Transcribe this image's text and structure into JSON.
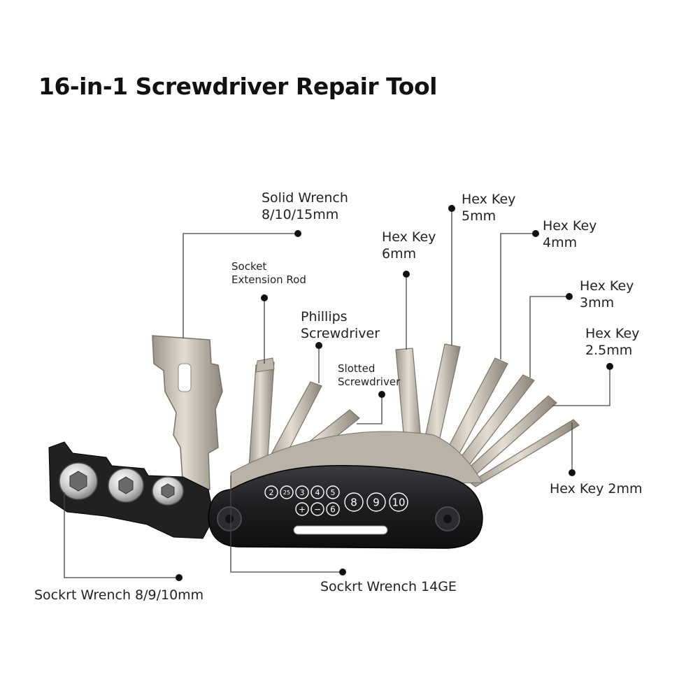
{
  "title": "16-in-1 Screwdriver Repair Tool",
  "callouts": {
    "solid_wrench": [
      "Solid Wrench",
      "8/10/15mm"
    ],
    "socket_extension": [
      "Socket",
      "Extension Rod"
    ],
    "phillips": [
      "Phillips",
      "Screwdriver"
    ],
    "slotted": [
      "Slotted",
      "Screwdriver"
    ],
    "hex_6": [
      "Hex Key",
      "6mm"
    ],
    "hex_5": [
      "Hex Key",
      "5mm"
    ],
    "hex_4": [
      "Hex Key",
      "4mm"
    ],
    "hex_3": [
      "Hex Key",
      "3mm"
    ],
    "hex_25": [
      "Hex Key",
      "2.5mm"
    ],
    "hex_2": "Hex Key 2mm",
    "socket_wrench_small": "Sockrt Wrench 8/9/10mm",
    "socket_wrench_14": "Sockrt Wrench 14GE"
  },
  "handle_markings": {
    "row1": [
      "2",
      "25",
      "3",
      "4",
      "5"
    ],
    "row2": [
      "+",
      "−",
      "6"
    ],
    "large": [
      "8",
      "9",
      "10"
    ]
  },
  "colors": {
    "metal": "#c9c2b6",
    "metal_dark": "#8d867b",
    "handle": "#1e2022",
    "socket_silver": "#d8d8d8",
    "line": "#444444"
  }
}
